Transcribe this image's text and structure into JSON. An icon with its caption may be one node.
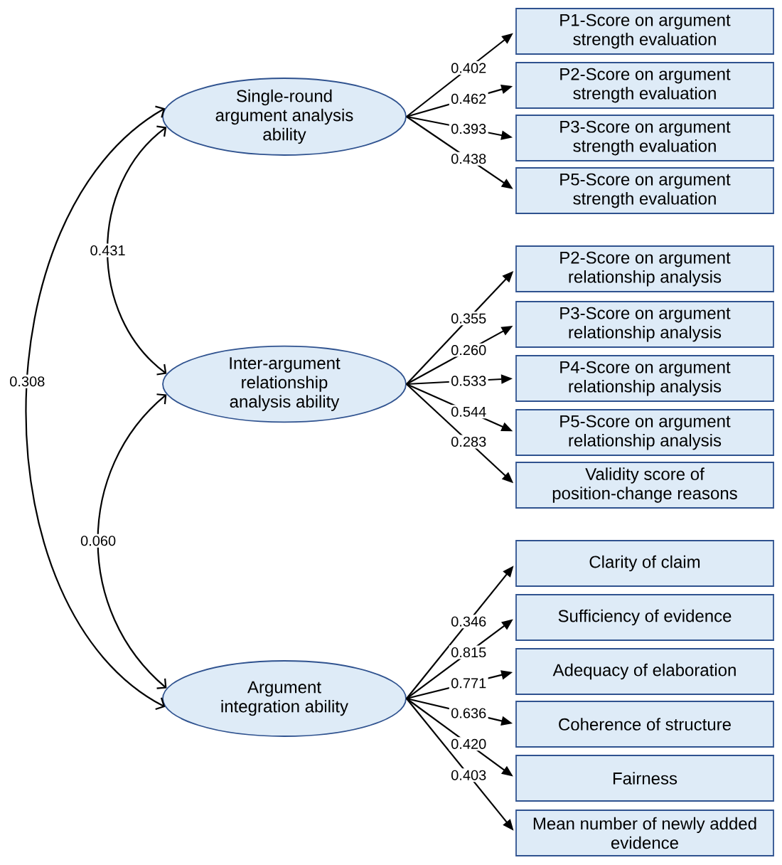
{
  "diagram": {
    "nodes": [
      {
        "text": [
          "Single-round argument analysis ability"
        ]
      },
      {
        "text": [
          "P1-Score on argument strength evaluation"
        ]
      },
      {
        "text": [
          "P2-Score on argument strength evaluation"
        ]
      },
      {
        "text": [
          "P3-Score on argument strength evaluation"
        ]
      },
      {
        "text": [
          "P5-Score on argument strength evaluation"
        ]
      },
      {
        "text": [
          "Inter-argument relationship analysis ability"
        ]
      },
      {
        "text": [
          "P2-Score on argument relationship analysis"
        ]
      },
      {
        "text": [
          "P3-Score on argument relationship analysis"
        ]
      },
      {
        "text": [
          "P4-Score on argument relationship analysis"
        ]
      },
      {
        "text": [
          "P5-Score on argument relationship analysis"
        ]
      },
      {
        "text": [
          "Validity score of position-change reasons"
        ]
      },
      {
        "text": [
          "Argument integration ability"
        ]
      },
      {
        "text": [
          "Clarity of claim"
        ]
      },
      {
        "text": [
          "Sufficiency of evidence"
        ]
      },
      {
        "text": [
          "Adequacy of elaboration"
        ]
      },
      {
        "text": [
          "Coherence of structure"
        ]
      },
      {
        "text": [
          "Fairness"
        ]
      },
      {
        "text": [
          "Mean number of newly added evidence"
        ]
      }
    ],
    "edges": [
      {
        "from": 0,
        "to": 1,
        "arrow": "to",
        "label": "0.402"
      },
      {
        "from": 0,
        "to": 2,
        "arrow": "to",
        "label": "0.462"
      },
      {
        "from": 0,
        "to": 3,
        "arrow": "to",
        "label": "0.393"
      },
      {
        "from": 0,
        "to": 4,
        "arrow": "to",
        "label": "0.438"
      },
      {
        "from": 5,
        "to": 6,
        "arrow": "to",
        "label": "0.355"
      },
      {
        "from": 5,
        "to": 7,
        "arrow": "to",
        "label": "0.260"
      },
      {
        "from": 5,
        "to": 8,
        "arrow": "to",
        "label": "0.533"
      },
      {
        "from": 5,
        "to": 9,
        "arrow": "to",
        "label": "0.544"
      },
      {
        "from": 5,
        "to": 10,
        "arrow": "to",
        "label": "0.283"
      },
      {
        "from": 11,
        "to": 12,
        "arrow": "to",
        "label": "0.346"
      },
      {
        "from": 11,
        "to": 13,
        "arrow": "to",
        "label": "0.815"
      },
      {
        "from": 11,
        "to": 14,
        "arrow": "to",
        "label": "0.771"
      },
      {
        "from": 11,
        "to": 15,
        "arrow": "to",
        "label": "0.636"
      },
      {
        "from": 11,
        "to": 16,
        "arrow": "to",
        "label": "0.420"
      },
      {
        "from": 11,
        "to": 17,
        "arrow": "to",
        "label": "0.403"
      },
      {
        "from": 0,
        "to": 5,
        "arrow": "both",
        "label": "0.431"
      },
      {
        "from": 5,
        "to": 11,
        "arrow": "both",
        "label": "0.060"
      },
      {
        "from": 0,
        "to": 11,
        "arrow": "both",
        "label": "0.308"
      }
    ]
  }
}
